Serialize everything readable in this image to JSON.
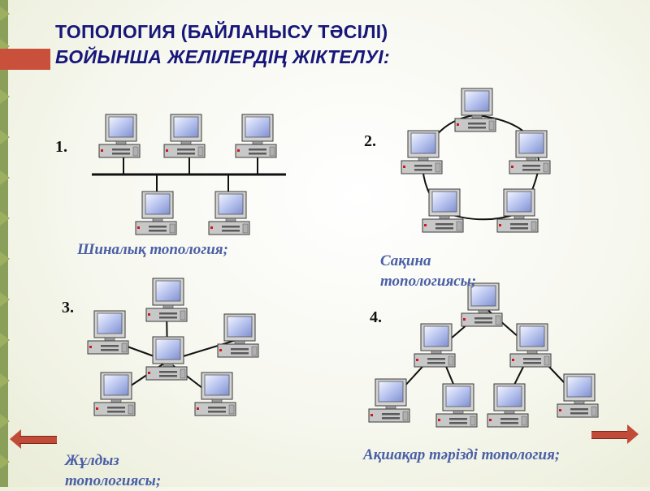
{
  "title": {
    "line1": "ТОПОЛОГИЯ (БАЙЛАНЫСУ ТӘСІЛІ)",
    "line2": "БОЙЫНША ЖЕЛІЛЕРДІҢ ЖІКТЕЛУІ:"
  },
  "topologies": [
    {
      "number": "1.",
      "caption": "Шиналық топология;"
    },
    {
      "number": "2.",
      "caption": "Сақина топологиясы;"
    },
    {
      "number": "3.",
      "caption": "Жұлдыз топологиясы;"
    },
    {
      "number": "4.",
      "caption": "Ақшақар тәрізді топология;"
    }
  ],
  "colors": {
    "title": "#17177a",
    "caption": "#4a5fa5",
    "rail": "#8aa05a",
    "arrow": "#c24a38",
    "link": "#111111"
  },
  "icons": {
    "computer": "computer-icon",
    "nav_back": "arrow-left-icon",
    "nav_forward": "arrow-right-icon"
  }
}
